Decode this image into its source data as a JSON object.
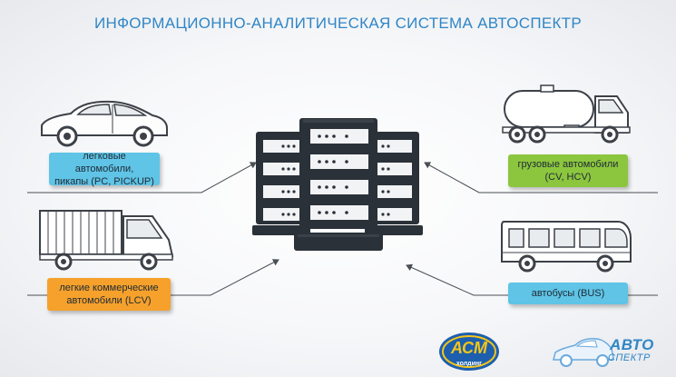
{
  "title": "ИНФОРМАЦИОННО-АНАЛИТИЧЕСКАЯ СИСТЕМА АВТОСПЕКТР",
  "categories": [
    {
      "id": "pc",
      "label_lines": [
        "легковые автомобили,",
        "пикапы (PC, PICKUP)"
      ],
      "color": "#5fc4e6"
    },
    {
      "id": "lcv",
      "label_lines": [
        "легкие коммерческие",
        "автомобили (LCV)"
      ],
      "color": "#f5a12b"
    },
    {
      "id": "hcv",
      "label_lines": [
        "грузовые автомобили",
        "(CV, HCV)"
      ],
      "color": "#8cc63e"
    },
    {
      "id": "bus",
      "label_lines": [
        "автобусы (BUS)"
      ],
      "color": "#5fc4e6"
    }
  ],
  "logos": {
    "left": {
      "line1": "АСМ",
      "line2": "холдинг"
    },
    "right": {
      "line1": "АВТО",
      "line2": "СПЕКТР"
    }
  },
  "colors": {
    "title": "#2f86c6",
    "server_dark": "#2b3138",
    "server_light": "#ffffff",
    "connector": "#4a4f55"
  }
}
